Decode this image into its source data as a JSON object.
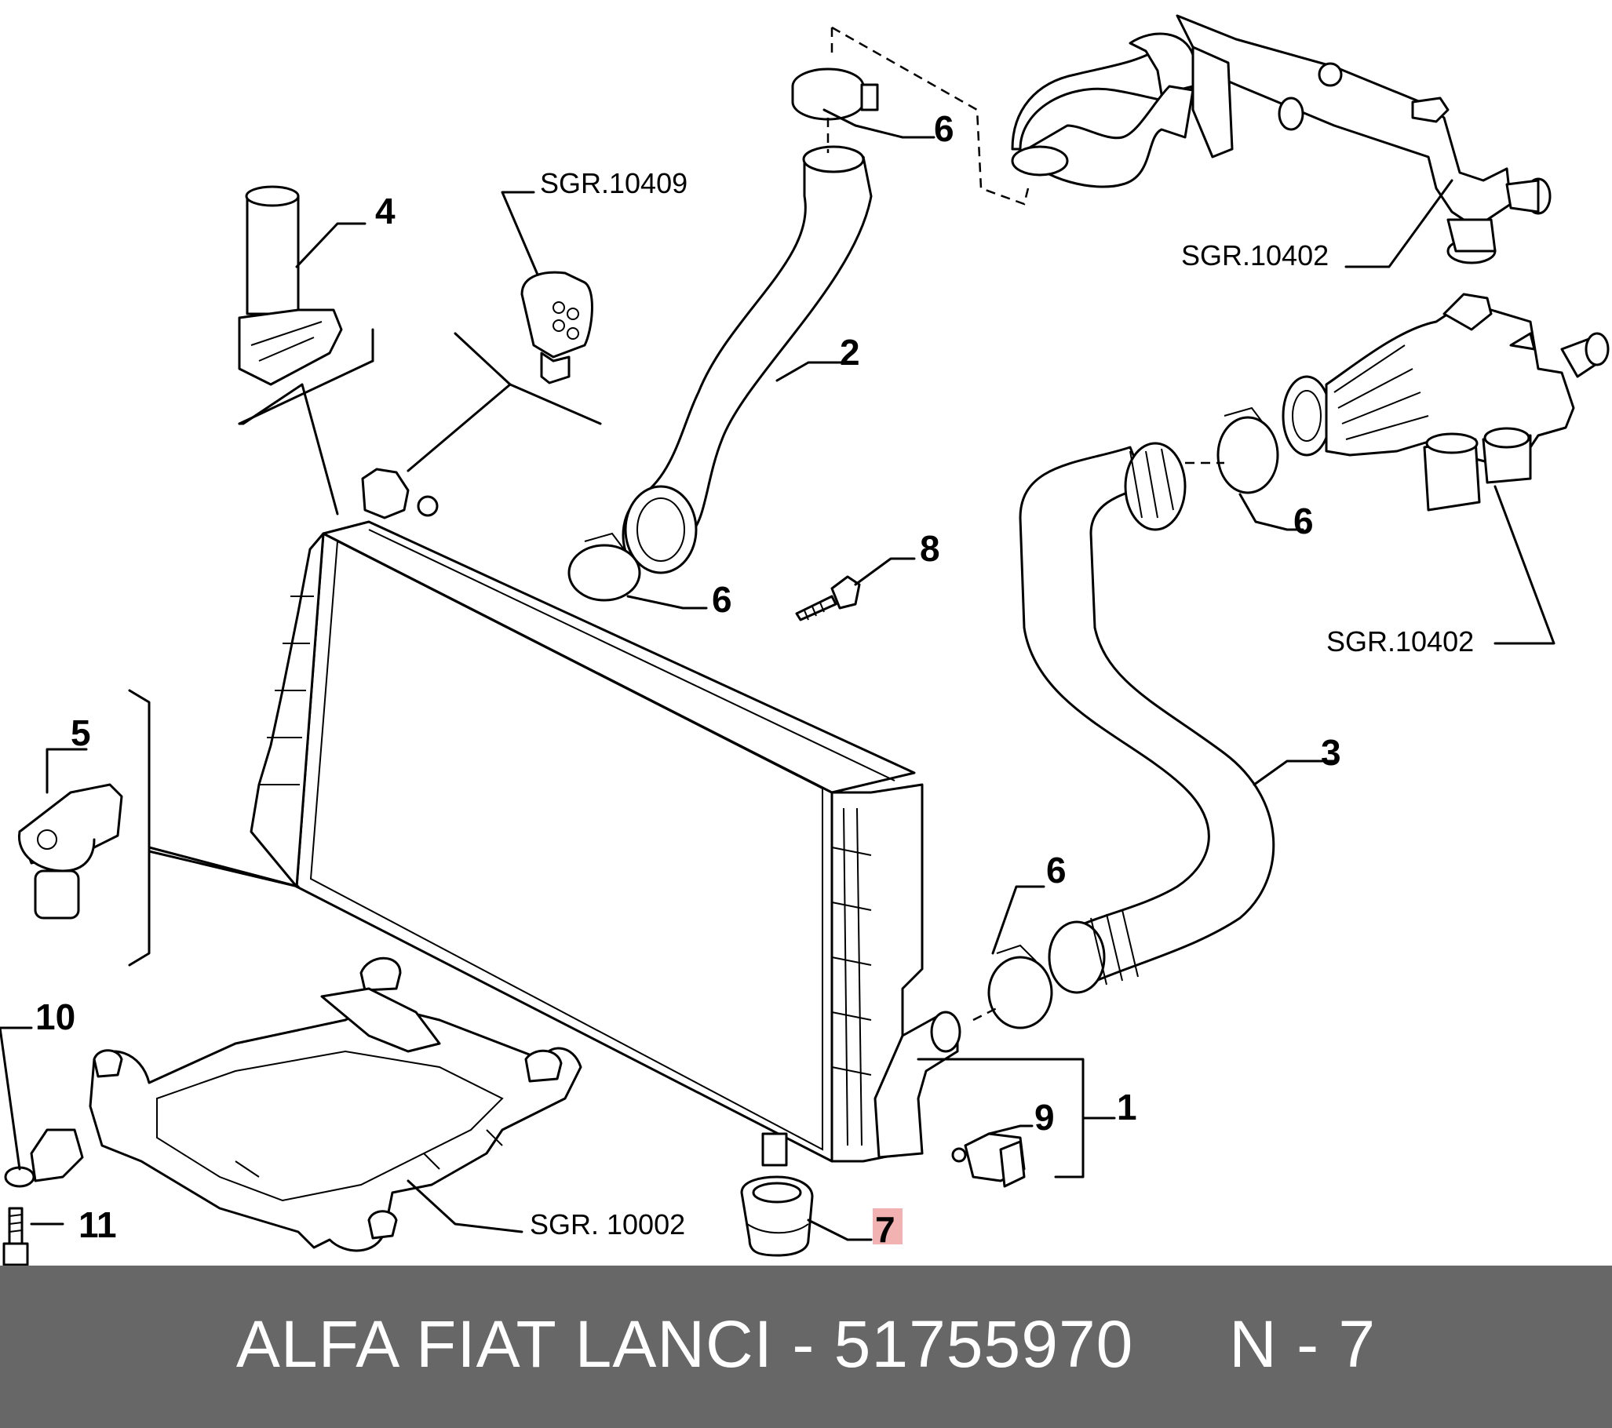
{
  "callouts": {
    "n1": "1",
    "n2": "2",
    "n3": "3",
    "n4": "4",
    "n5": "5",
    "n6a": "6",
    "n6b": "6",
    "n6c": "6",
    "n6d": "6",
    "n7": "7",
    "n8": "8",
    "n9": "9",
    "n10": "10",
    "n11": "11"
  },
  "references": {
    "sgr_10409": "SGR.10409",
    "sgr_10402_top": "SGR.10402",
    "sgr_10402_right": "SGR.10402",
    "sgr_10002": "SGR. 10002"
  },
  "footer": {
    "text": "ALFA FIAT LANCI - 51755970     N - 7"
  },
  "colors": {
    "footer_bg": "#676767",
    "highlight": "#f2b2b2"
  }
}
